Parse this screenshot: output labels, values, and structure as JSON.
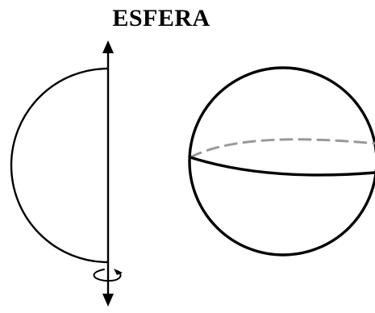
{
  "title": "ESFERA",
  "colors": {
    "stroke": "#000000",
    "dashed": "#999999",
    "background": "#ffffff"
  },
  "figures": [
    {
      "name": "semicircle-rotating-about-axis",
      "icons": [
        "vertical-axis",
        "arrow-up-icon",
        "arrow-down-icon",
        "rotation-arrow-icon"
      ]
    },
    {
      "name": "sphere-with-equator",
      "icons": [
        "equator-front",
        "equator-back-dashed"
      ]
    }
  ]
}
